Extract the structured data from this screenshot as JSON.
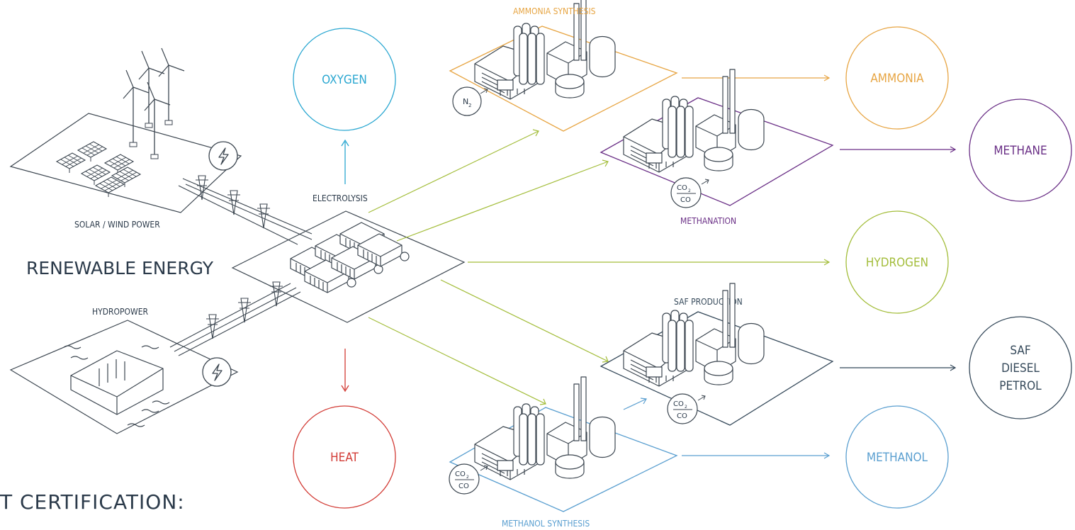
{
  "title": "RENEWABLE ENERGY",
  "certification": "T CERTIFICATION:",
  "sources": {
    "solar_wind": "SOLAR / WIND POWER",
    "hydro": "HYDROPOWER"
  },
  "electrolysis": "ELECTROLYSIS",
  "processes": {
    "ammonia": "AMMONIA SYNTHESIS",
    "methanation": "METHANATION",
    "saf": "SAF PRODUCTION",
    "methanol": "METHANOL SYNTHESIS"
  },
  "inputs": {
    "n2": "N",
    "n2_sub": "2",
    "co2": "CO",
    "co2_sub": "2",
    "co": "CO"
  },
  "products": {
    "oxygen": "OXYGEN",
    "heat": "HEAT",
    "ammonia": "AMMONIA",
    "methane": "METHANE",
    "hydrogen": "HYDROGEN",
    "saf_line1": "SAF",
    "saf_line2": "DIESEL",
    "saf_line3": "PETROL",
    "methanol": "METHANOL"
  },
  "colors": {
    "text": "#2b3a4a",
    "line": "#3c4650",
    "oxygen": "#2aa7d1",
    "heat": "#d23a34",
    "ammonia": "#e7a543",
    "methane": "#6a2f86",
    "hydrogen": "#a3bd3a",
    "fuel": "#35495a",
    "methanol": "#5a9fd0"
  }
}
